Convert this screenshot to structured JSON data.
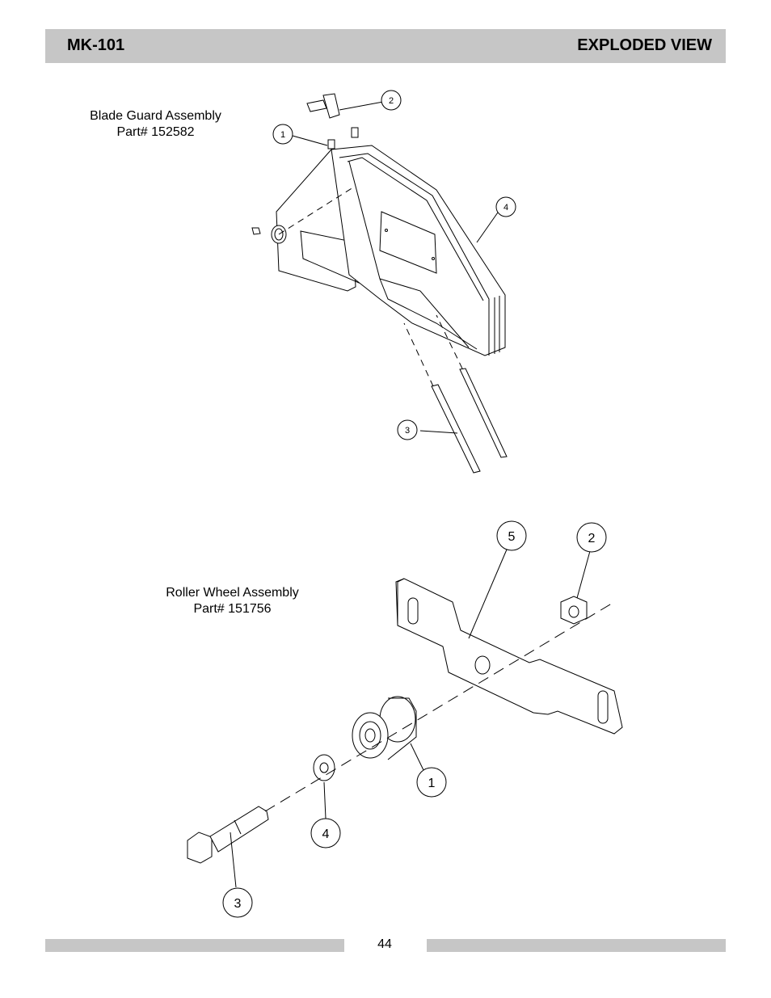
{
  "header": {
    "model": "MK-101",
    "title": "EXPLODED VIEW"
  },
  "blade_guard": {
    "caption_line1": "Blade Guard Assembly",
    "caption_line2": "Part# 152582",
    "callouts": [
      "1",
      "2",
      "3",
      "4"
    ]
  },
  "roller_wheel": {
    "caption_line1": "Roller Wheel Assembly",
    "caption_line2": "Part# 151756",
    "callouts": [
      "5",
      "2",
      "1",
      "4",
      "3"
    ]
  },
  "footer": {
    "page_number": "44"
  }
}
